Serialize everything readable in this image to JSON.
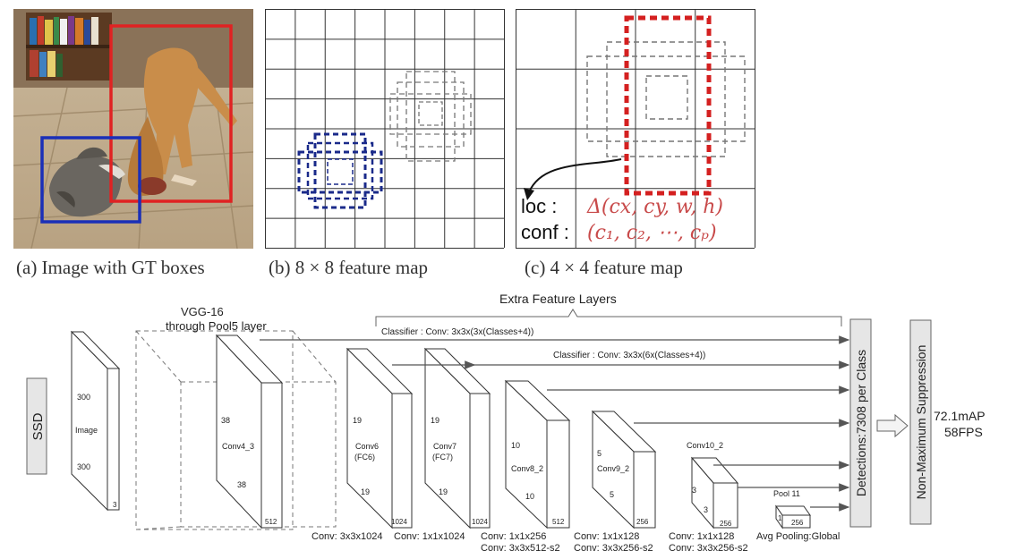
{
  "captions": {
    "a": "(a) Image with GT boxes",
    "b": "(b) 8 × 8 feature map",
    "c": "(c) 4 × 4 feature map"
  },
  "panel_c": {
    "loc_label": "loc :",
    "loc_formula": "Δ(cx, cy, w, h)",
    "conf_label": "conf :",
    "conf_formula": "(c₁, c₂, ⋯, cₚ)"
  },
  "colors": {
    "dog_box": "#e02222",
    "cat_box": "#1a2fb8",
    "blue_boxes": "#1a2a8a",
    "red_box": "#d42020",
    "formula": "#c84a4a"
  },
  "ssd": {
    "ssd_label": "SSD",
    "vgg_title_1": "VGG-16",
    "vgg_title_2": "through Pool5 layer",
    "extra_title": "Extra Feature Layers",
    "classifier_1": "Classifier : Conv: 3x3x(3x(Classes+4))",
    "classifier_2": "Classifier : Conv: 3x3x(6x(Classes+4))",
    "detections": "Detections:7308  per Class",
    "nms": "Non-Maximum Suppression",
    "map": "72.1mAP",
    "fps": "58FPS",
    "image": {
      "top": "300",
      "name": "Image",
      "bottom": "300",
      "depth": "3"
    },
    "conv4_3": {
      "top": "38",
      "name": "Conv4_3",
      "bottom": "38",
      "depth": "512"
    },
    "conv6": {
      "top": "19",
      "name1": "Conv6",
      "name2": "(FC6)",
      "bottom": "19",
      "depth": "1024",
      "op": "Conv: 3x3x1024"
    },
    "conv7": {
      "top": "19",
      "name1": "Conv7",
      "name2": "(FC7)",
      "bottom": "19",
      "depth": "1024",
      "op": "Conv: 1x1x1024"
    },
    "conv8_2": {
      "top": "10",
      "name": "Conv8_2",
      "bottom": "10",
      "depth": "512",
      "op1": "Conv: 1x1x256",
      "op2": "Conv:  3x3x512-s2"
    },
    "conv9_2": {
      "top": "5",
      "name": "Conv9_2",
      "bottom": "5",
      "depth": "256",
      "op1": "Conv: 1x1x128",
      "op2": "Conv: 3x3x256-s2"
    },
    "conv10_2": {
      "name": "Conv10_2",
      "top": "3",
      "bottom": "3",
      "depth": "256",
      "op1": "Conv: 1x1x128",
      "op2": "Conv: 3x3x256-s2"
    },
    "pool11": {
      "name": "Pool 11",
      "small": "1",
      "depth": "256",
      "op": "Avg Pooling:Global"
    }
  }
}
